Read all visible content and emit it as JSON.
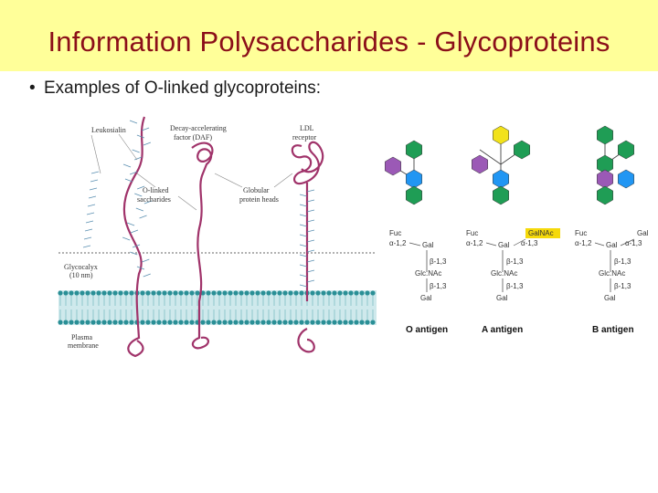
{
  "slide": {
    "title": "Information Polysaccharides - Glycoproteins",
    "bullet": "Examples of O-linked glycoproteins:"
  },
  "membrane_figure": {
    "labels": {
      "leukosialin": "Leukosialin",
      "daf_line1": "Decay-accelerating",
      "daf_line2": "factor (DAF)",
      "ldl_line1": "LDL",
      "ldl_line2": "receptor",
      "olinked_line1": "O-linked",
      "olinked_line2": "saccharides",
      "globular_line1": "Globular",
      "globular_line2": "protein heads",
      "glycocalyx_line1": "Glycocalyx",
      "glycocalyx_line2": "(10 nm)",
      "plasma_line1": "Plasma",
      "plasma_line2": "membrane"
    }
  },
  "antigen_figure": {
    "colors": {
      "fucose": "#9b59b6",
      "galactose": "#f2e21a",
      "glcnac": "#2196f3",
      "gal_green": "#1f9d55",
      "highlight": "#f5d90a"
    },
    "o_antigen": {
      "name": "O antigen",
      "fuc": "Fuc",
      "fuc_link": "α-1,2",
      "gal": "Gal",
      "link1": "β-1,3",
      "glcnac": "Glc.NAc",
      "link2": "β-1,3",
      "base": "Gal"
    },
    "a_antigen": {
      "name": "A antigen",
      "fuc": "Fuc",
      "fuc_link": "α-1,2",
      "extra": "GalNAc",
      "extra_link": "α-1,3",
      "gal": "Gal",
      "link1": "β-1,3",
      "glcnac": "Glc.NAc",
      "link2": "β-1,3",
      "base": "Gal"
    },
    "b_antigen": {
      "name": "B antigen",
      "fuc": "Fuc",
      "fuc_link": "α-1,2",
      "extra": "Gal",
      "extra_link": "α-1,3",
      "gal": "Gal",
      "link1": "β-1,3",
      "glcnac": "Glc.NAc",
      "link2": "β-1,3",
      "base": "Gal"
    }
  }
}
